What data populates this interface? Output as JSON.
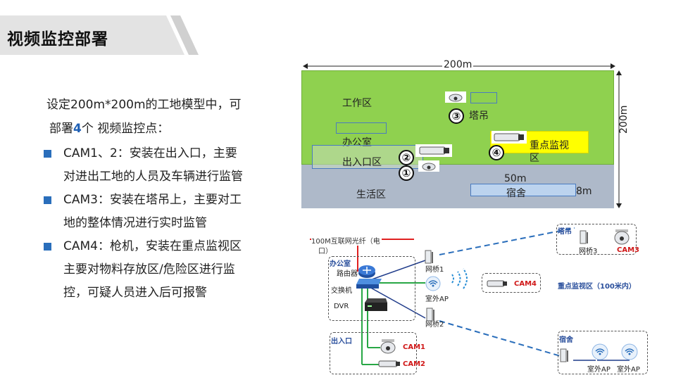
{
  "title": "视频监控部署",
  "intro": {
    "line1": "设定200m*200m的工地模型中，可",
    "line2_pre": "部署",
    "line2_num": "4",
    "line2_post": "个 视频监控点："
  },
  "bullets": [
    {
      "l1": "CAM1、2：安装在出入口，主要",
      "l2": "对进出工地的人员及车辆进行监管"
    },
    {
      "l1": "CAM3：安装在塔吊上，主要对工",
      "l2": "地的整体情况进行实时监管"
    },
    {
      "l1": "CAM4：枪机，安装在重点监视区",
      "l2": "主要对物料存放区/危险区进行监",
      "l3": "控，可疑人员进入后可报警"
    }
  ],
  "sitemap": {
    "width_label": "200m",
    "height_label": "200m",
    "work_zone": "工作区",
    "office": "办公室",
    "entrance": "出入口区",
    "tower_crane": "塔吊",
    "key_area_l1": "重点监视",
    "key_area_l2": "区",
    "dorm": "宿舍",
    "dorm_width": "50m",
    "dorm_height": "8m",
    "living_zone": "生活区",
    "markers": [
      "①",
      "②",
      "③",
      "④"
    ],
    "colors": {
      "work": "#8fd14f",
      "living": "#aeb9c9",
      "key_area": "#ffff00",
      "dorm": "#bcd3ee"
    }
  },
  "network": {
    "fiber": "100M互联网光纤（电",
    "fiber2": "口）",
    "office": "办公室",
    "router": "路由器",
    "switch": "交换机",
    "dvr": "DVR",
    "bridge1": "网桥1",
    "bridge2": "网桥2",
    "bridge3": "网桥3",
    "outdoor_ap": "室外AP",
    "cam4": "CAM4",
    "key_area": "重点监视区（100米内）",
    "tower": "塔吊",
    "cam3": "CAM3",
    "entrance": "出入口",
    "cam1": "CAM1",
    "cam2": "CAM2",
    "dorm": "宿舍",
    "dorm_ap1": "室外AP",
    "dorm_ap2": "室外AP"
  }
}
